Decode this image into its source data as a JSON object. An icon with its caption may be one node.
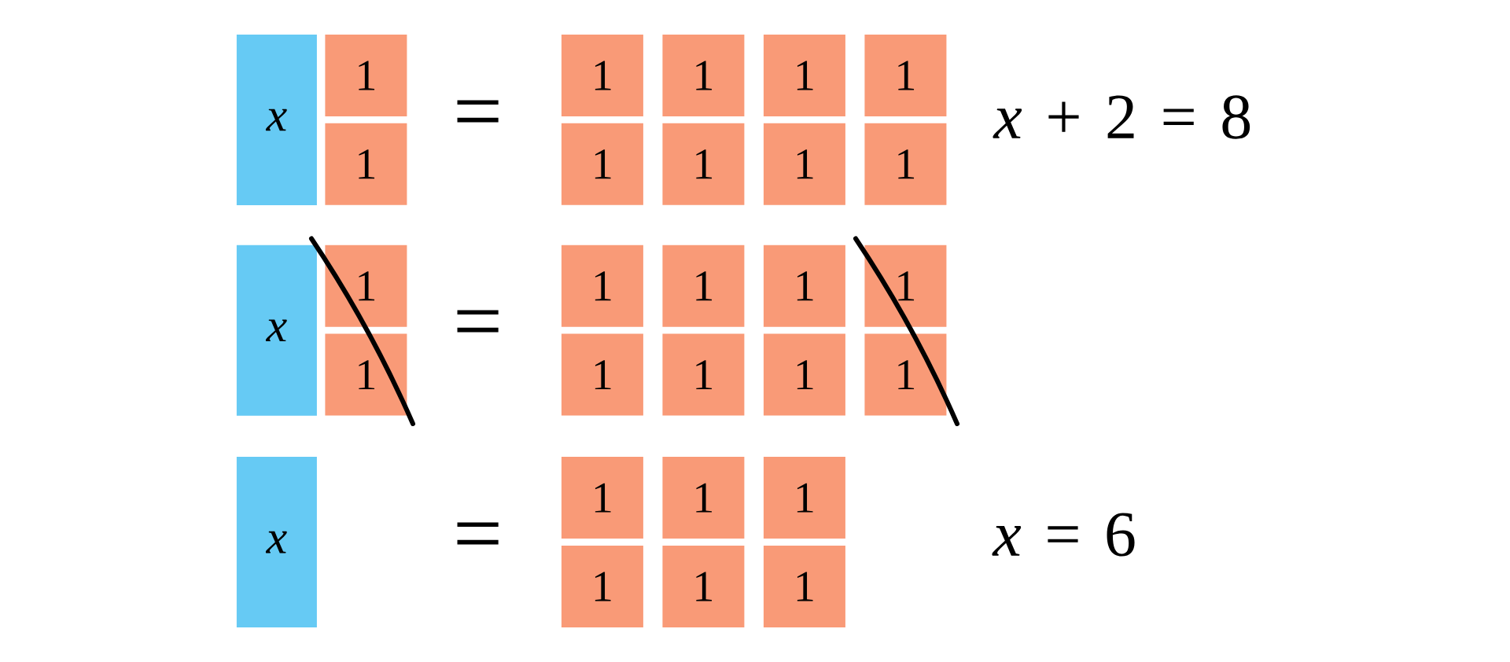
{
  "diagram": {
    "nodes": [
      {
        "text": [
          "x"
        ]
      },
      {
        "text": [
          "1"
        ]
      },
      {
        "text": [
          "1"
        ]
      },
      {
        "text": [
          "1"
        ]
      },
      {
        "text": [
          "1"
        ]
      },
      {
        "text": [
          "1"
        ]
      },
      {
        "text": [
          "1"
        ]
      },
      {
        "text": [
          "1"
        ]
      },
      {
        "text": [
          "1"
        ]
      },
      {
        "text": [
          "1"
        ]
      },
      {
        "text": [
          "1"
        ]
      },
      {
        "text": [
          "x"
        ]
      },
      {
        "text": [
          "1"
        ]
      },
      {
        "text": [
          "1"
        ]
      },
      {
        "text": [
          "1"
        ]
      },
      {
        "text": [
          "1"
        ]
      },
      {
        "text": [
          "1"
        ]
      },
      {
        "text": [
          "1"
        ]
      },
      {
        "text": [
          "1"
        ]
      },
      {
        "text": [
          "1"
        ]
      },
      {
        "text": [
          "1"
        ]
      },
      {
        "text": [
          "1"
        ]
      },
      {
        "text": [
          "x"
        ]
      },
      {
        "text": [
          "1"
        ]
      },
      {
        "text": [
          "1"
        ]
      },
      {
        "text": [
          "1"
        ]
      },
      {
        "text": [
          "1"
        ]
      },
      {
        "text": [
          "1"
        ]
      },
      {
        "text": [
          "1"
        ]
      }
    ],
    "labels": [
      "=",
      "*x* + 2 = 8",
      "=",
      "=",
      "*x* = 6"
    ]
  }
}
